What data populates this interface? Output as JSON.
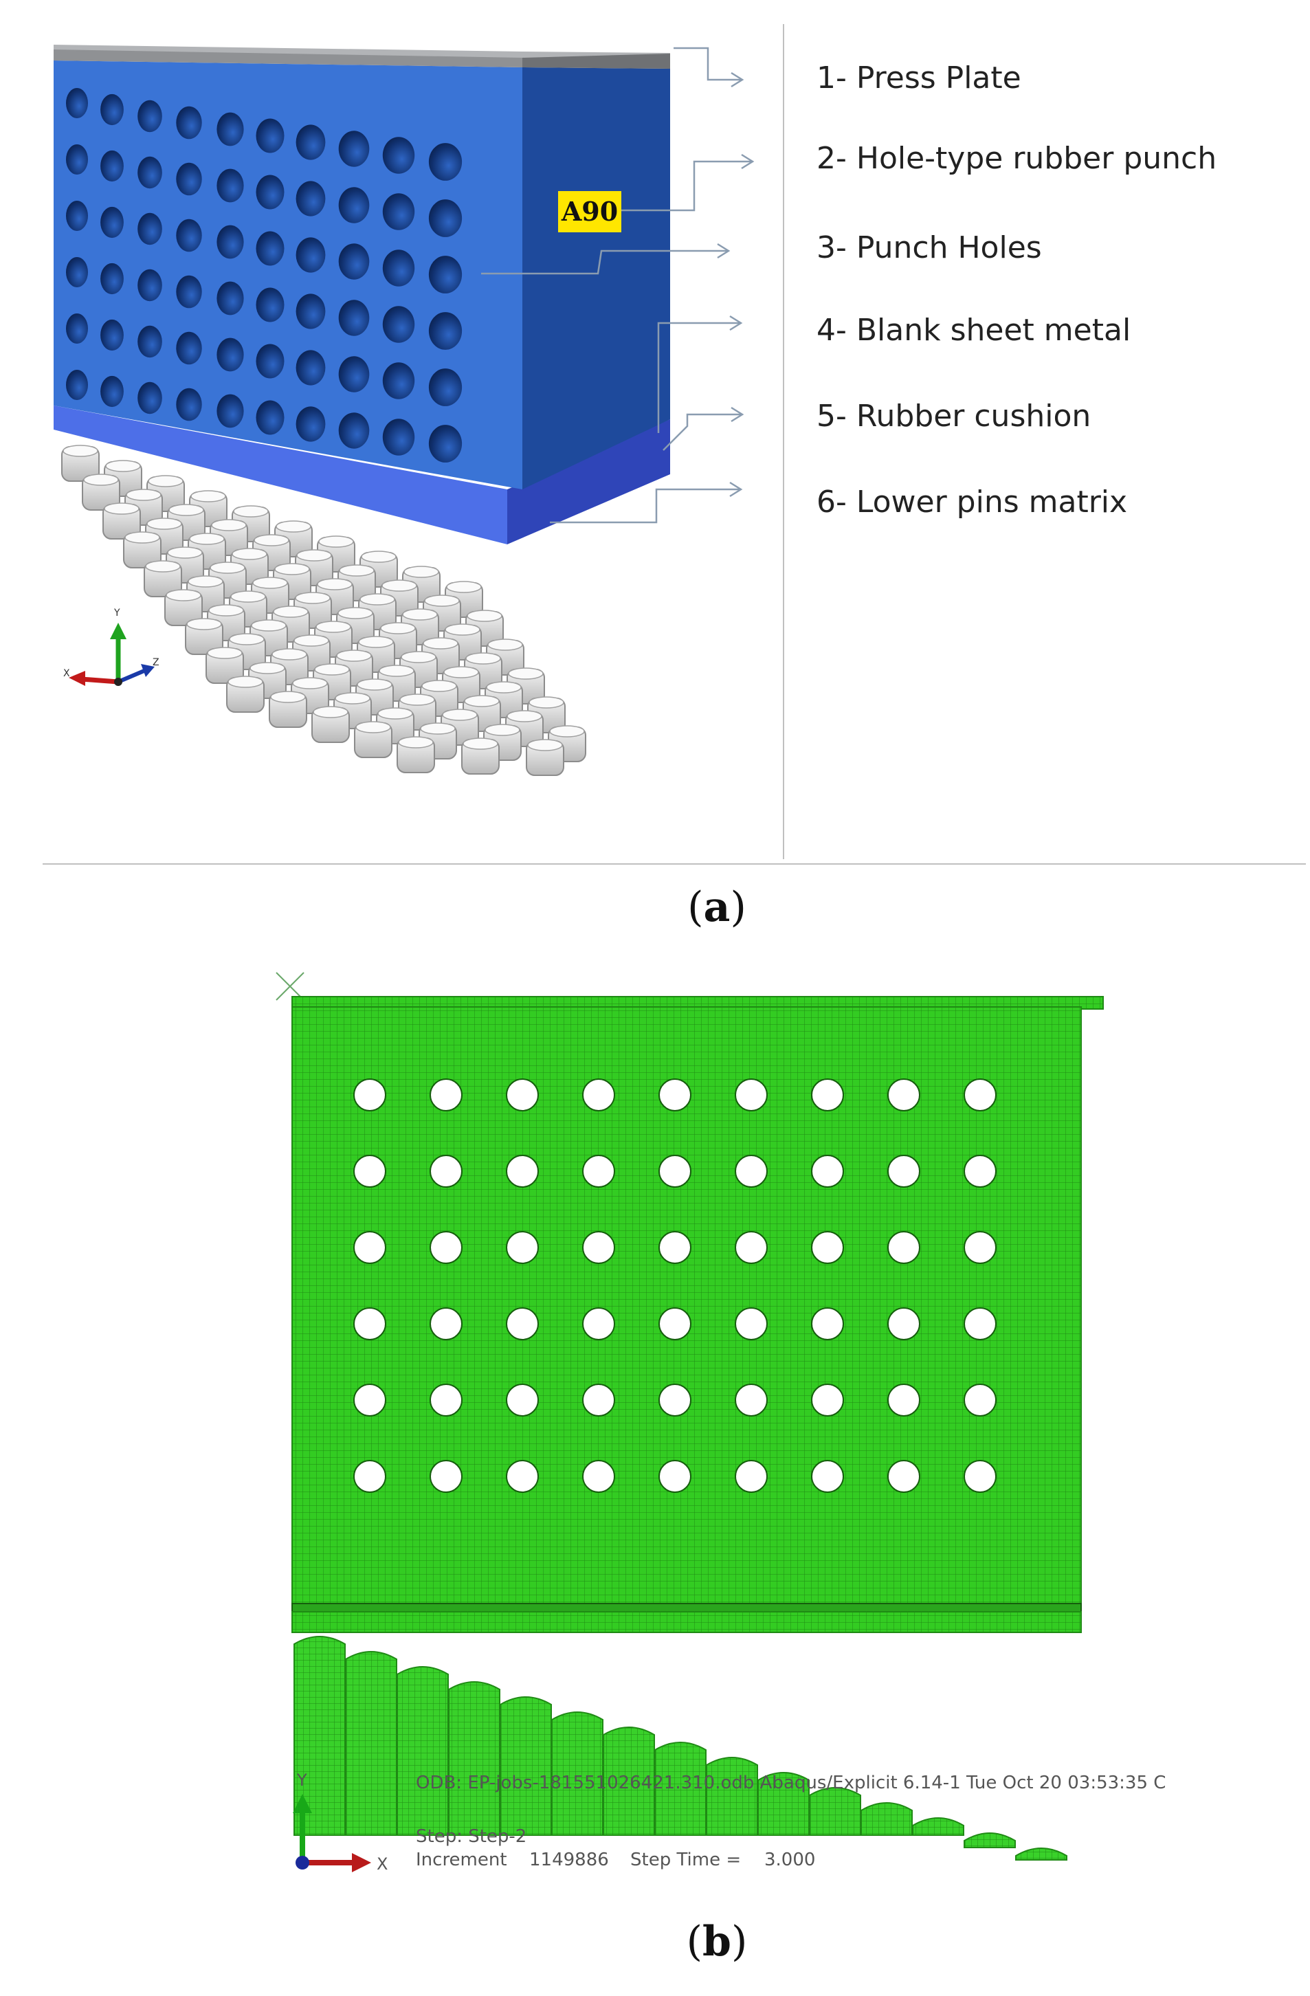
{
  "panel_a": {
    "legend": [
      {
        "number": "1-",
        "label": "Press Plate"
      },
      {
        "number": "2-",
        "label": "Hole-type rubber punch"
      },
      {
        "number": "3-",
        "label": "Punch Holes"
      },
      {
        "number": "4-",
        "label": "Blank sheet metal"
      },
      {
        "number": "5-",
        "label": "Rubber cushion"
      },
      {
        "number": "6-",
        "label": "Lower pins matrix"
      }
    ],
    "punch_tag": "A90",
    "axis_labels": {
      "y": "Y",
      "x": "X",
      "z": "Z"
    },
    "caption": {
      "open": "(",
      "letter": "a",
      "close": ")"
    },
    "colors": {
      "punch_front": "#3a74d6",
      "punch_side": "#1e4a9c",
      "press_plate": "#8f9194",
      "cushion": "#4d6fe8",
      "tag_bg": "#ffe600"
    }
  },
  "panel_b": {
    "odb_line": "ODB: EP-jobs-181551026421.310.odb    Abaqus/Explicit 6.14-1    Tue Oct 20 03:53:35 C",
    "step_line": "Step: Step-2",
    "increment_label": "Increment",
    "increment_value": "1149886",
    "step_time_label": "Step Time =",
    "step_time_value": "3.000",
    "axis_labels": {
      "y": "Y",
      "x": "X"
    },
    "caption": {
      "open": "(",
      "letter": "b",
      "close": ")"
    },
    "colors": {
      "mesh": "#33cc22",
      "mesh_line": "#1f8a14"
    }
  }
}
